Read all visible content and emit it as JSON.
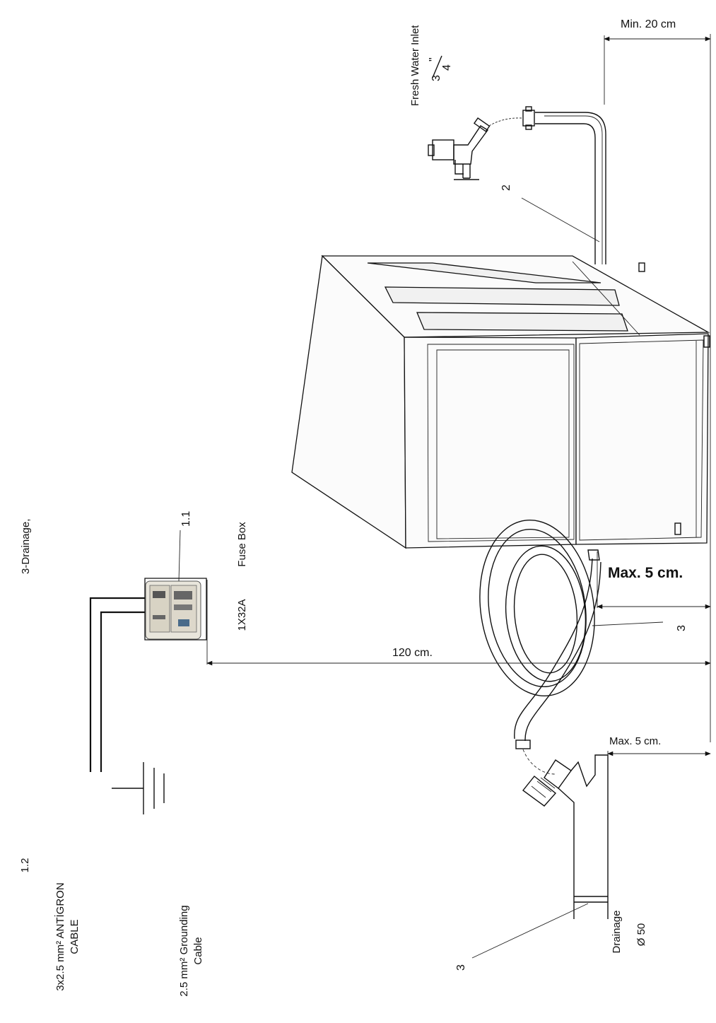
{
  "labels": {
    "drainage_rotated_top": "3-Drainage,",
    "fresh_water_inlet": "Fresh Water Inlet",
    "fraction_numerator": "3",
    "fraction_denominator": "4",
    "inch_mark": "\"",
    "min_20": "Min. 20 cm",
    "num_2": "2",
    "num_1_1": "1.1",
    "num_3_right": "3",
    "max_5_bold": "Max. 5 cm.",
    "fuse_box": "Fuse Box",
    "amp_rating": "1X32A",
    "dist_120": "120 cm.",
    "max_5_small": "Max. 5 cm.",
    "drainage_label": "Drainage",
    "diameter_50": "Ø 50",
    "num_3_left": "3",
    "num_1_2": "1.2",
    "antigron_line1": "3x2.5 mm² ANTİGRON",
    "antigron_line2": "CABLE",
    "ground_line1": "2.5  mm² Grounding",
    "ground_line2": "Cable"
  },
  "colors": {
    "line": "#111111",
    "background": "#ffffff",
    "fuse_body": "#e9e6dc"
  },
  "icons": [
    "water-tap-icon",
    "fuse-breaker-icon",
    "ground-symbol-icon",
    "drain-pipe-icon"
  ]
}
